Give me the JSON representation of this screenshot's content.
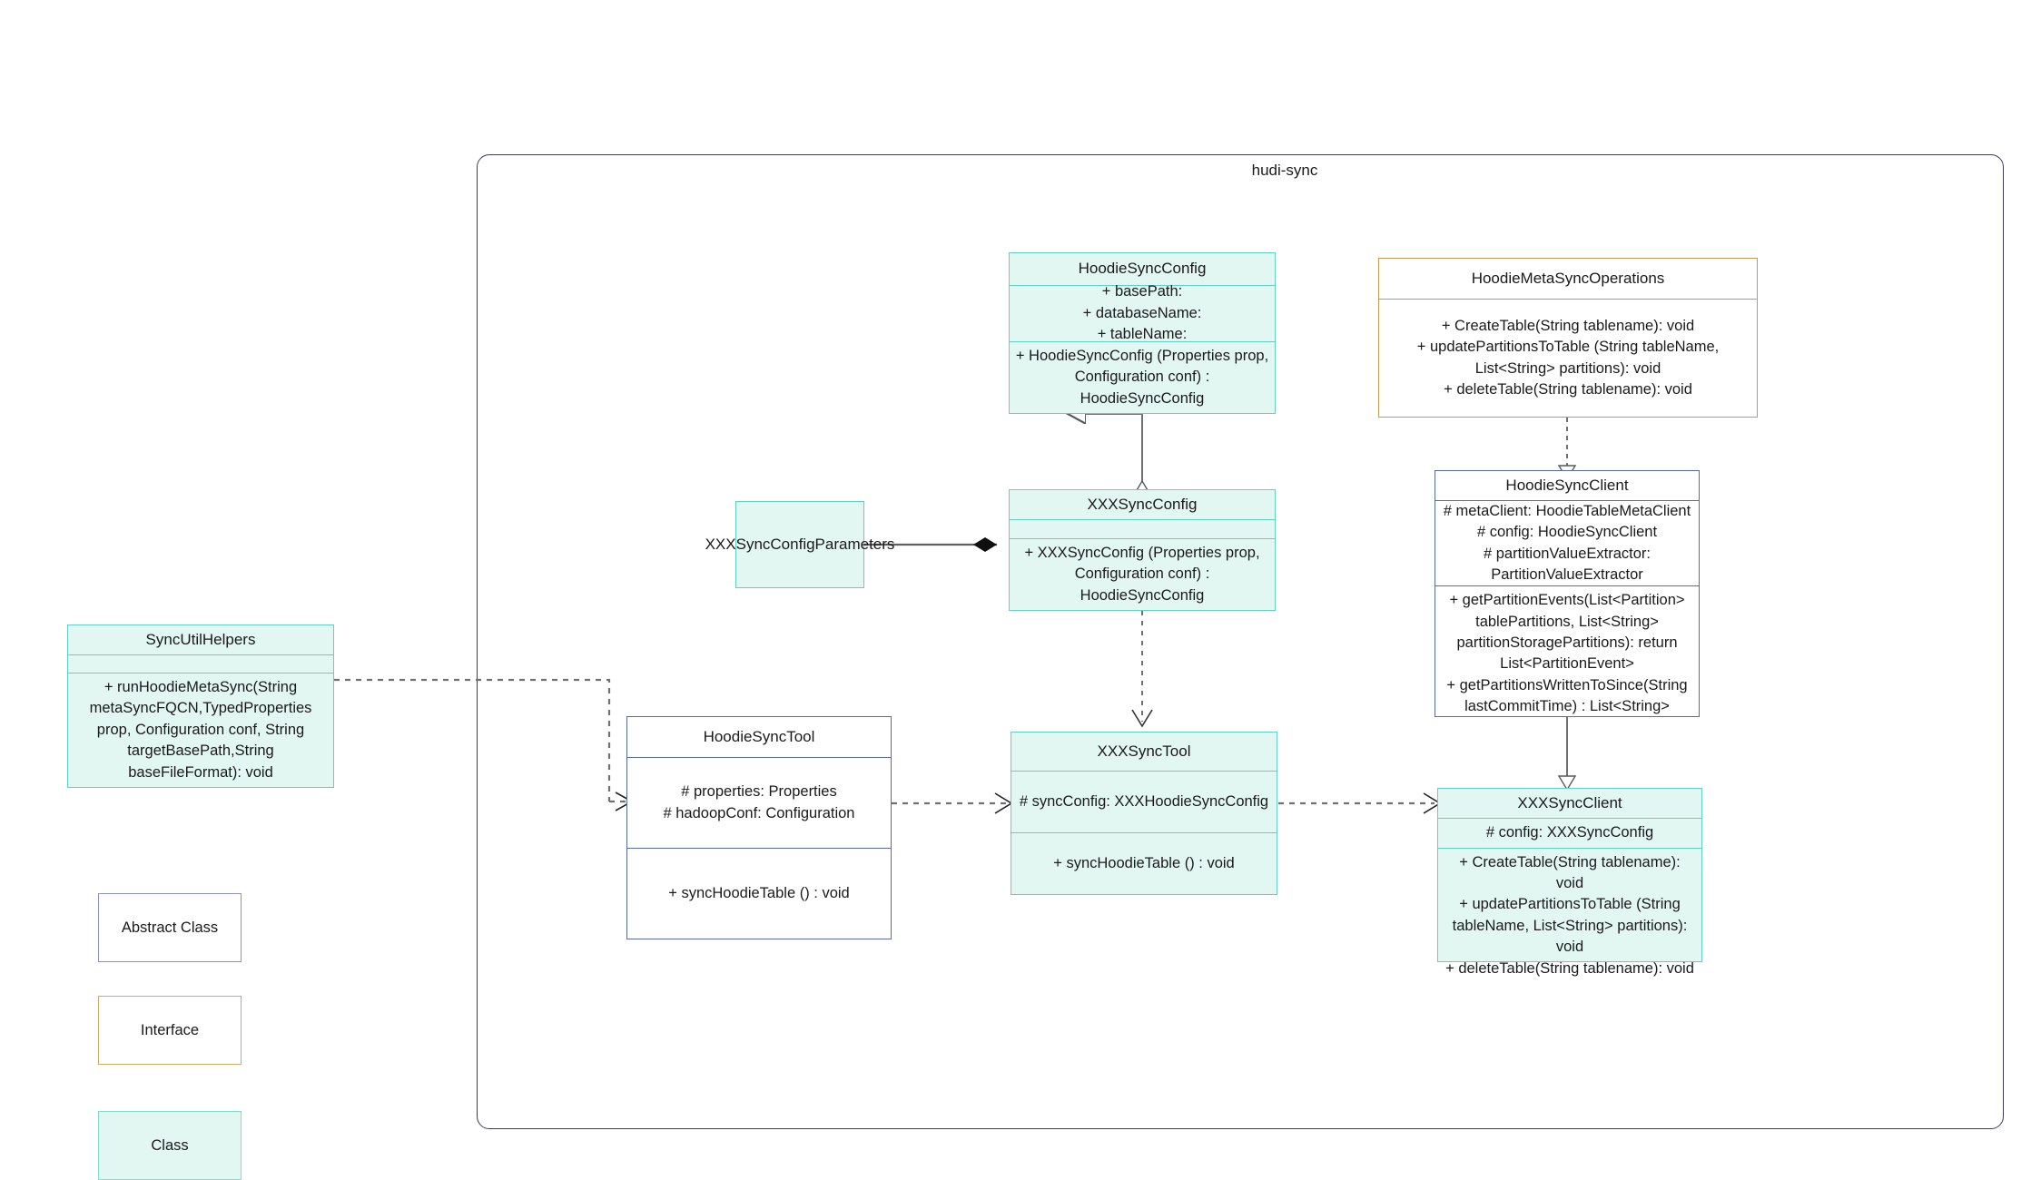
{
  "package": {
    "title": "hudi-sync"
  },
  "legend": {
    "abstract_label": "Abstract Class",
    "interface_label": "Interface",
    "class_label": "Class"
  },
  "colors": {
    "class_border": "#63d0c4",
    "class_fill": "#e3f7f2",
    "abstract_border": "#5a6aa8",
    "abstract_fill": "#ffffff",
    "interface_border": "#c69a54",
    "interface_fill": "#ffffff",
    "package_border": "#3b3b5c",
    "connector": "#707070"
  },
  "classes": {
    "sync_util_helpers": {
      "name": "SyncUtilHelpers",
      "attributes": "",
      "methods": "+    runHoodieMetaSync(String metaSyncFQCN,TypedProperties prop, Configuration conf, String targetBasePath,String baseFileFormat): void",
      "stereotype": "class"
    },
    "hoodie_sync_config": {
      "name": "HoodieSyncConfig",
      "attributes": "+    basePath:\n+   databaseName:\n+    tableName:",
      "methods": "+   HoodieSyncConfig (Properties prop, Configuration conf) : HoodieSyncConfig",
      "stereotype": "class"
    },
    "hoodie_meta_sync_operations": {
      "name": "HoodieMetaSyncOperations",
      "methods": "+    CreateTable(String tablename): void\n+   updatePartitionsToTable (String tableName, List<String> partitions): void\n+    deleteTable(String tablename): void",
      "stereotype": "interface"
    },
    "xxx_sync_config_parameters": {
      "name": "XXXSyncConfigParameters",
      "stereotype": "class"
    },
    "xxx_sync_config": {
      "name": "XXXSyncConfig",
      "attributes": "",
      "methods": "+   XXXSyncConfig (Properties prop, Configuration conf) : HoodieSyncConfig",
      "stereotype": "class"
    },
    "hoodie_sync_client": {
      "name": "HoodieSyncClient",
      "attributes": "#   metaClient: HoodieTableMetaClient\n#    config: HoodieSyncClient\n#     partitionValueExtractor: PartitionValueExtractor",
      "methods": "+    getPartitionEvents(List<Partition> tablePartitions, List<String> partitionStoragePartitions): return List<PartitionEvent>\n+    getPartitionsWrittenToSince(String lastCommitTime) : List<String>",
      "stereotype": "abstract"
    },
    "hoodie_sync_tool": {
      "name": "HoodieSyncTool",
      "attributes": "#   properties: Properties\n#   hadoopConf: Configuration",
      "methods": "+   syncHoodieTable () : void",
      "stereotype": "abstract"
    },
    "xxx_sync_tool": {
      "name": "XXXSyncTool",
      "attributes": "#  syncConfig: XXXHoodieSyncConfig",
      "methods": "+   syncHoodieTable () : void",
      "stereotype": "class"
    },
    "xxx_sync_client": {
      "name": "XXXSyncClient",
      "attributes": "#    config: XXXSyncConfig",
      "methods": "+    CreateTable(String tablename): void\n+    updatePartitionsToTable (String tableName, List<String> partitions): void\n+    deleteTable(String tablename): void",
      "stereotype": "class"
    }
  },
  "relations": [
    {
      "name": "generalization-xxxsyncconfig-to-hoodiesyncconfig",
      "type": "generalization",
      "from": "xxx_sync_config",
      "to": "hoodie_sync_config"
    },
    {
      "name": "realization-hoodiesyncclient-to-hoodiemetasyncoperations",
      "type": "realization",
      "from": "hoodie_sync_client",
      "to": "hoodie_meta_sync_operations"
    },
    {
      "name": "generalization-xxxsyncclient-to-hoodiesyncclient",
      "type": "generalization",
      "from": "xxx_sync_client",
      "to": "hoodie_sync_client"
    },
    {
      "name": "composition-xxxsyncconfig-xxxsyncconfigparameters",
      "type": "composition",
      "from": "xxx_sync_config",
      "to": "xxx_sync_config_parameters"
    },
    {
      "name": "dependency-xxxsyncconfig-to-xxxsynctool",
      "type": "dependency",
      "from": "xxx_sync_config",
      "to": "xxx_sync_tool"
    },
    {
      "name": "dependency-syncutilhelpers-to-hoodiesynctool",
      "type": "dependency",
      "from": "sync_util_helpers",
      "to": "hoodie_sync_tool"
    },
    {
      "name": "dependency-hoodiesynctool-to-xxxsynctool",
      "type": "dependency",
      "from": "hoodie_sync_tool",
      "to": "xxx_sync_tool"
    },
    {
      "name": "dependency-xxxsynctool-to-xxxsyncclient",
      "type": "dependency",
      "from": "xxx_sync_tool",
      "to": "xxx_sync_client"
    }
  ]
}
